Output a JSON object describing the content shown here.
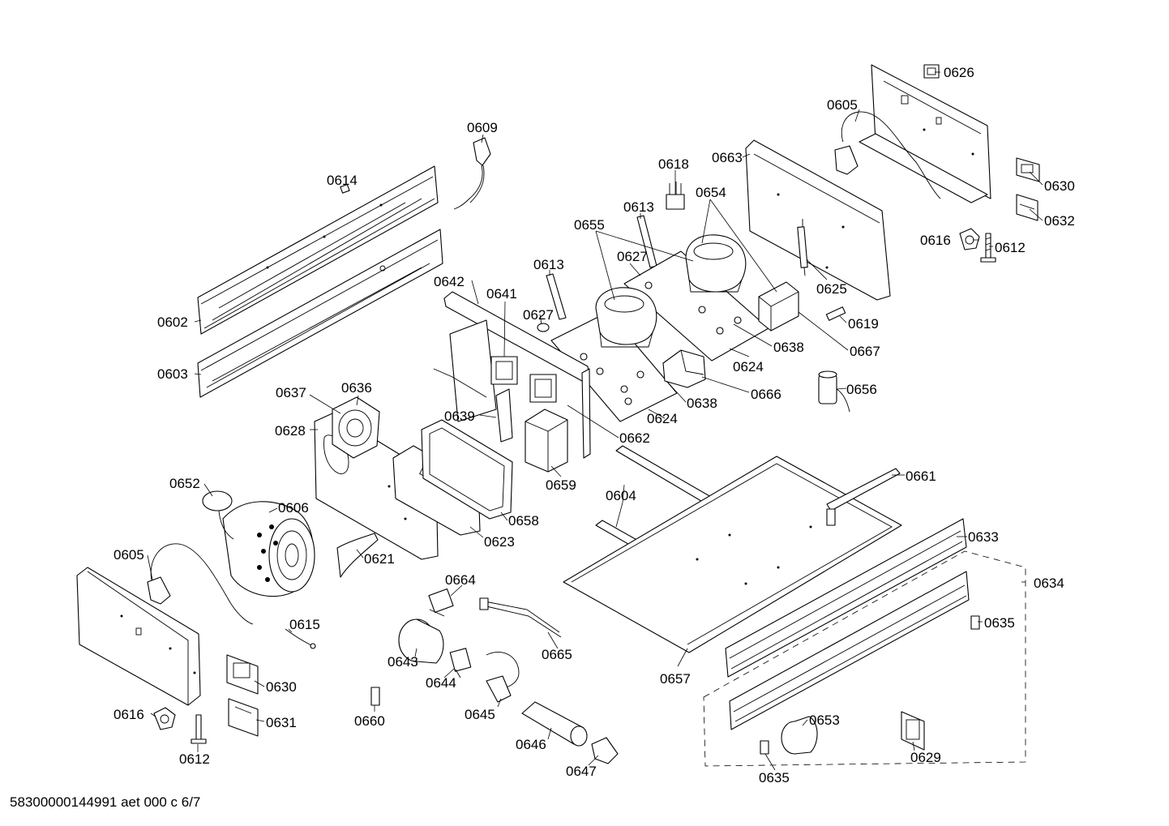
{
  "diagram": {
    "footer_text": "58300000144991 aet 000 c 6/7",
    "labels": {
      "p0626": "0626",
      "p0605a": "0605",
      "p0609": "0609",
      "p0614": "0614",
      "p0663": "0663",
      "p0618": "0618",
      "p0654": "0654",
      "p0630a": "0630",
      "p0632": "0632",
      "p0613a": "0613",
      "p0655": "0655",
      "p0627a": "0627",
      "p0616a": "0616",
      "p0612a": "0612",
      "p0613b": "0613",
      "p0625": "0625",
      "p0642": "0642",
      "p0641": "0641",
      "p0627b": "0627",
      "p0619": "0619",
      "p0602": "0602",
      "p0638a": "0638",
      "p0667": "0667",
      "p0624a": "0624",
      "p0603": "0603",
      "p0666": "0666",
      "p0656": "0656",
      "p0637": "0637",
      "p0636": "0636",
      "p0638b": "0638",
      "p0628": "0628",
      "p0639": "0639",
      "p0624b": "0624",
      "p0662": "0662",
      "p0661": "0661",
      "p0652": "0652",
      "p0659": "0659",
      "p0604": "0604",
      "p0606": "0606",
      "p0658": "0658",
      "p0633": "0633",
      "p0623": "0623",
      "p0605b": "0605",
      "p0621": "0621",
      "p0634": "0634",
      "p0664": "0664",
      "p0615": "0615",
      "p0635a": "0635",
      "p0665": "0665",
      "p0643": "0643",
      "p0657": "0657",
      "p0630b": "0630",
      "p0644": "0644",
      "p0616b": "0616",
      "p0631": "0631",
      "p0660": "0660",
      "p0645": "0645",
      "p0653": "0653",
      "p0646": "0646",
      "p0629": "0629",
      "p0612b": "0612",
      "p0647": "0647",
      "p0635b": "0635"
    }
  }
}
